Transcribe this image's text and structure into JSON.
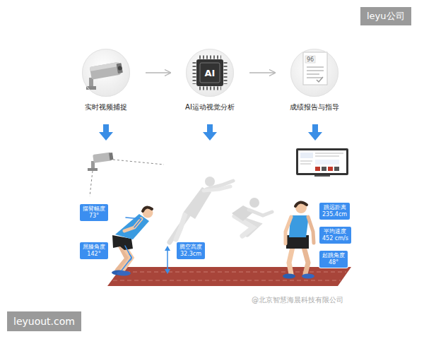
{
  "diagram": {
    "nodes": [
      {
        "text": [
          "实时视频捕捉"
        ]
      },
      {
        "text": [
          "AI运动视觉分析"
        ]
      },
      {
        "text": [
          "成绩报告与指导"
        ]
      },
      {
        "text": [
          "摆臂幅度",
          "73°"
        ]
      },
      {
        "text": [
          "屈膝角度",
          "142°"
        ]
      },
      {
        "text": [
          "腾空高度",
          "32.3cm"
        ]
      },
      {
        "text": [
          "跳远距离",
          "235.4cm"
        ]
      },
      {
        "text": [
          "平均速度",
          "452 cm/s"
        ]
      },
      {
        "text": [
          "起跳角度",
          "48°"
        ]
      }
    ],
    "edges": [
      {
        "from": 0,
        "to": 1,
        "arrow": "to"
      },
      {
        "from": 1,
        "to": 2,
        "arrow": "to"
      }
    ],
    "labels": [
      "AI",
      "96",
      "leyu公司",
      "leyuout.com",
      "@北京智慧海晨科技有限公司"
    ]
  }
}
